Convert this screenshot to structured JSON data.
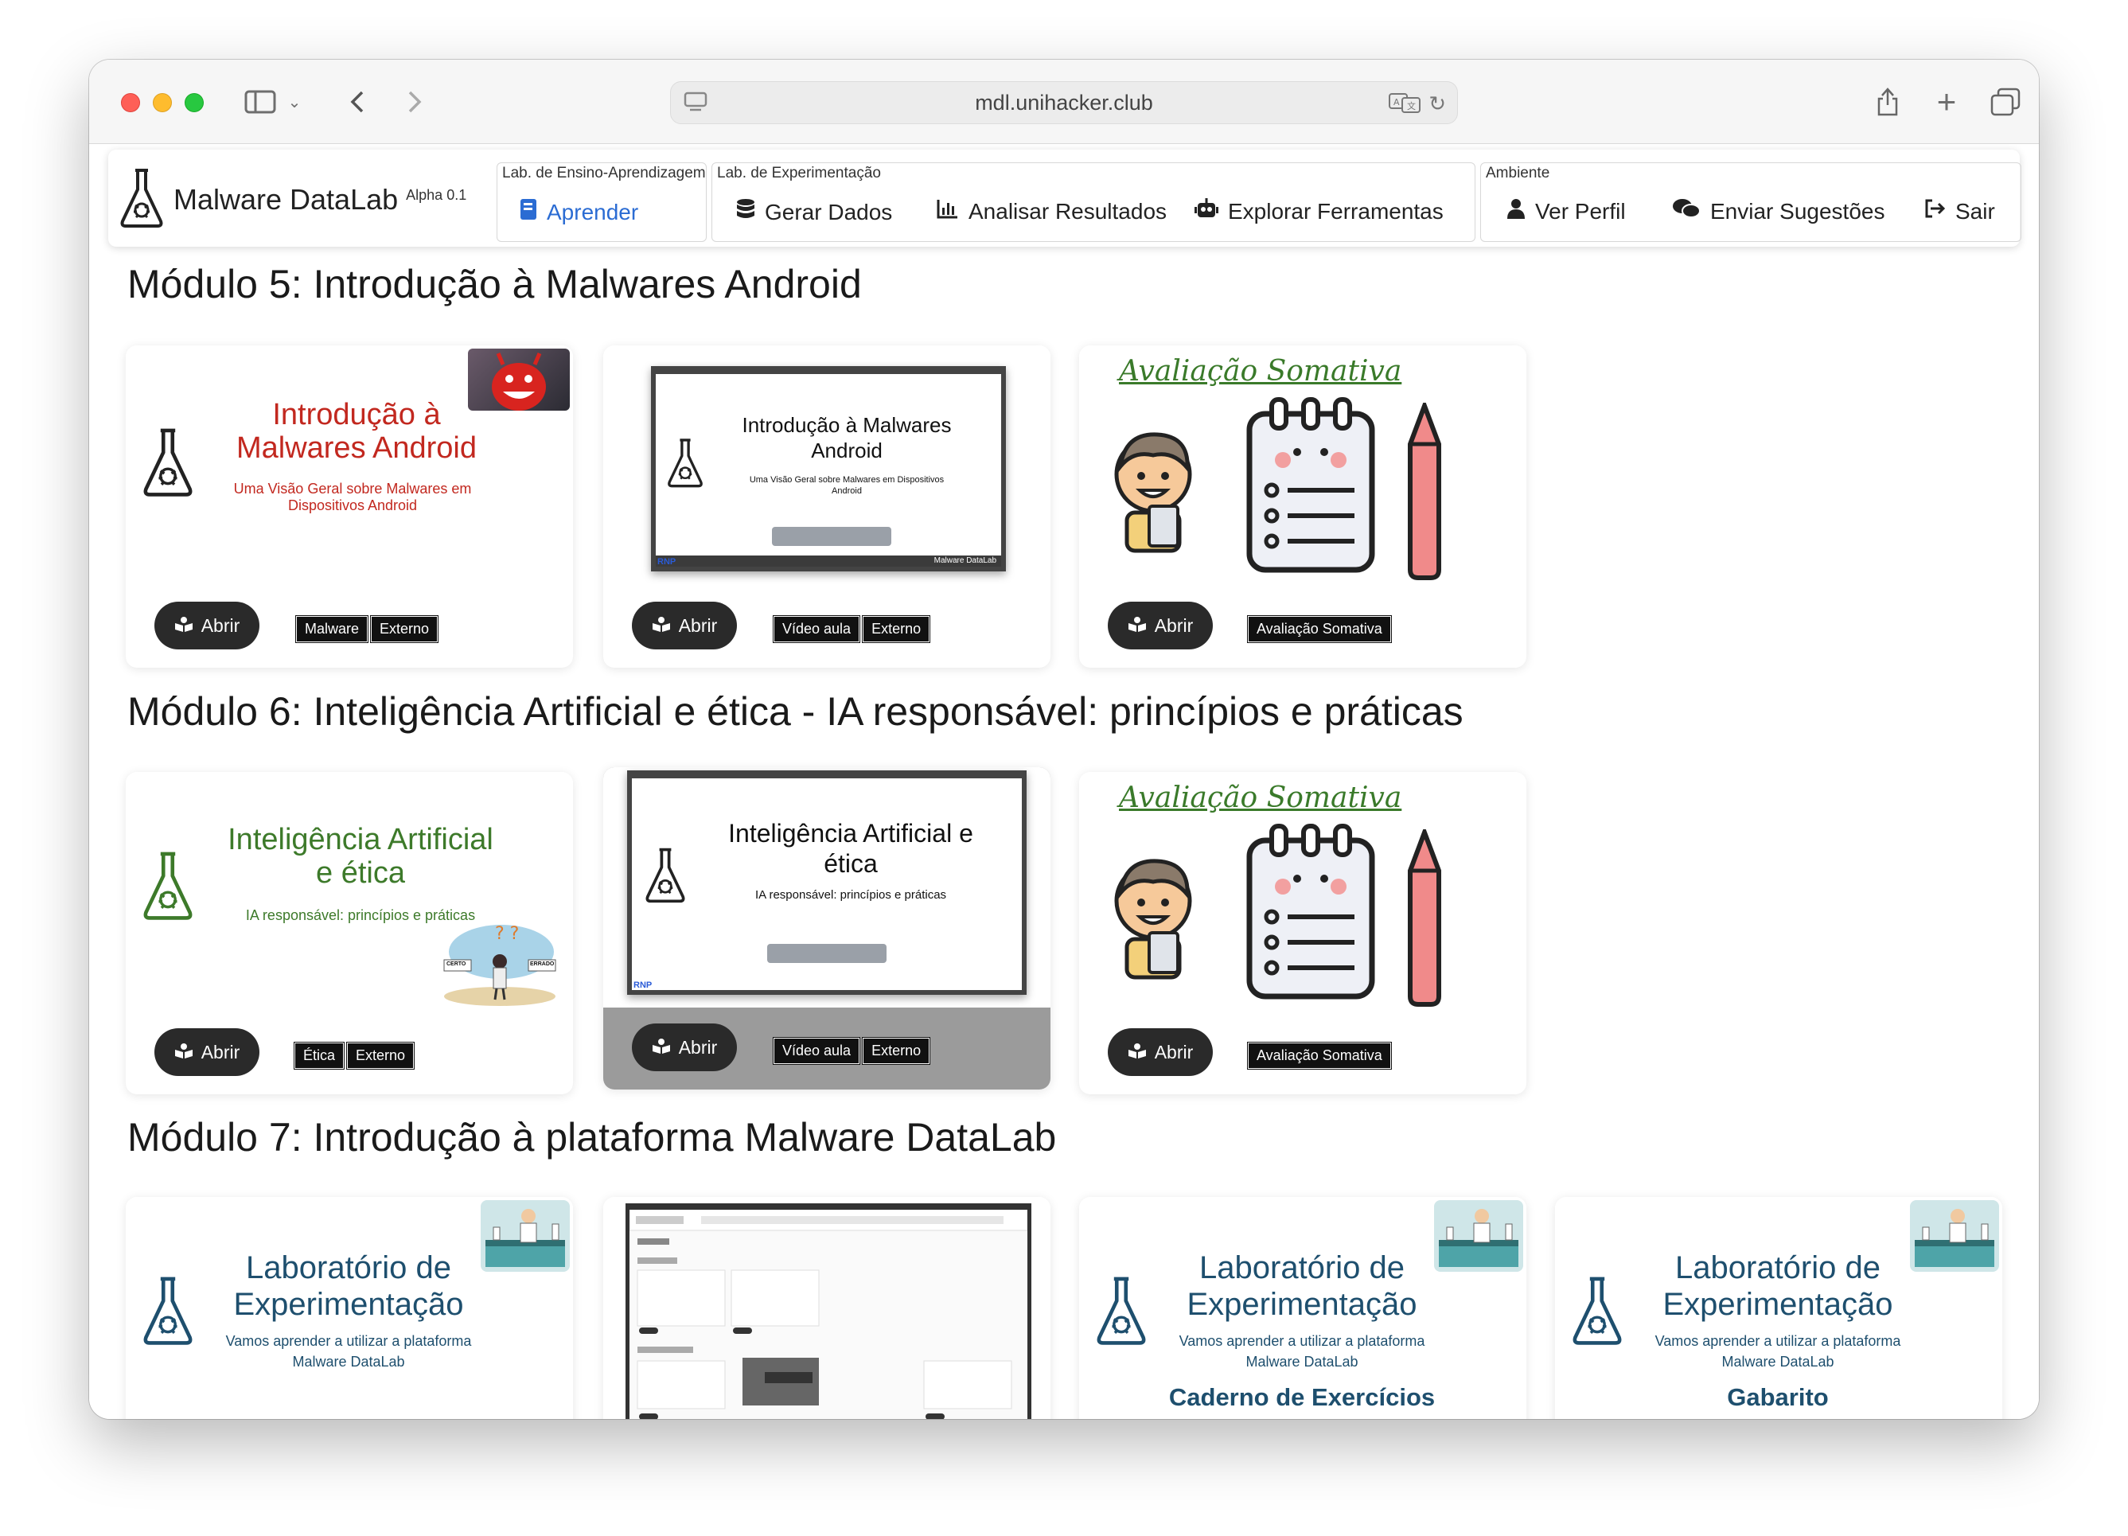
{
  "browser": {
    "url": "mdl.unihacker.club"
  },
  "navbar": {
    "brand_title": "Malware DataLab",
    "brand_version": "Alpha 0.1",
    "groups": [
      {
        "label": "Lab. de Ensino-Aprendizagem",
        "items": [
          {
            "label": "Aprender",
            "icon": "book-icon",
            "active": true
          }
        ]
      },
      {
        "label": "Lab. de Experimentação",
        "items": [
          {
            "label": "Gerar Dados",
            "icon": "database-icon"
          },
          {
            "label": "Analisar Resultados",
            "icon": "chart-icon"
          },
          {
            "label": "Explorar Ferramentas",
            "icon": "robot-icon"
          }
        ]
      },
      {
        "label": "Ambiente",
        "items": [
          {
            "label": "Ver Perfil",
            "icon": "user-icon"
          },
          {
            "label": "Enviar Sugestões",
            "icon": "comments-icon"
          },
          {
            "label": "Sair",
            "icon": "logout-icon"
          }
        ]
      }
    ]
  },
  "modules": [
    {
      "title": "Módulo 5: Introdução à Malwares Android",
      "cards": [
        {
          "thumb_title": "Introdução à\nMalwares Android",
          "thumb_sub": "Uma Visão Geral sobre Malwares em\nDispositivos Android",
          "button": "Abrir",
          "tags": [
            "Malware",
            "Externo"
          ]
        },
        {
          "thumb_title": "Introdução à Malwares\nAndroid",
          "thumb_sub": "Uma Visão Geral sobre Malwares em Dispositivos\nAndroid",
          "slide_footer": "Malware DataLab",
          "slide_logo": "RNP",
          "button": "Abrir",
          "tags": [
            "Vídeo aula",
            "Externo"
          ]
        },
        {
          "thumb_title": "Avaliação Somativa",
          "button": "Abrir",
          "tags": [
            "Avaliação Somativa"
          ]
        }
      ]
    },
    {
      "title": "Módulo 6: Inteligência Artificial e ética - IA responsável: princípios e práticas",
      "cards": [
        {
          "thumb_title": "Inteligência Artificial\ne ética",
          "thumb_sub": "IA responsável: princípios e práticas",
          "sign_left": "CERTO",
          "sign_right": "ERRADO",
          "button": "Abrir",
          "tags": [
            "Ética",
            "Externo"
          ]
        },
        {
          "thumb_title": "Inteligência Artificial e\nética",
          "thumb_sub": "IA responsável: princípios e práticas",
          "slide_logo": "RNP",
          "button": "Abrir",
          "tags": [
            "Vídeo aula",
            "Externo"
          ]
        },
        {
          "thumb_title": "Avaliação Somativa",
          "button": "Abrir",
          "tags": [
            "Avaliação Somativa"
          ]
        }
      ]
    },
    {
      "title": "Módulo 7: Introdução à plataforma Malware DataLab",
      "cards": [
        {
          "thumb_title": "Laboratório de\nExperimentação",
          "thumb_sub": "Vamos aprender a utilizar a plataforma\nMalware DataLab"
        },
        {
          "thumb_title": ""
        },
        {
          "thumb_title": "Laboratório de\nExperimentação",
          "thumb_sub": "Vamos aprender a utilizar a plataforma\nMalware DataLab",
          "caption": "Caderno de Exercícios"
        },
        {
          "thumb_title": "Laboratório de\nExperimentação",
          "thumb_sub": "Vamos aprender a utilizar a plataforma\nMalware DataLab",
          "caption": "Gabarito"
        }
      ]
    }
  ],
  "colors": {
    "android_red": "#c2281f",
    "ethics_green": "#3d7a2a",
    "lab_blue": "#1e4f6e",
    "active_blue": "#2b6cd3"
  }
}
